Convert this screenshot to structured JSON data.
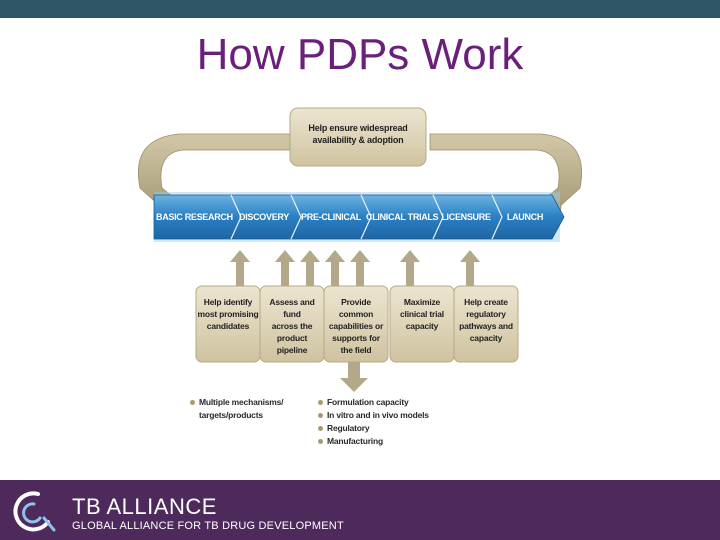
{
  "slide": {
    "title": "How PDPs Work"
  },
  "diagram": {
    "top_box": "Help ensure widespread\navailability & adoption",
    "pipeline": [
      "BASIC RESEARCH",
      "DISCOVERY",
      "PRE-CLINICAL",
      "CLINICAL TRIALS",
      "LICENSURE",
      "LAUNCH"
    ],
    "support_boxes": [
      "Help identify\nmost promising\ncandidates",
      "Assess and fund\nacross the product\npipeline",
      "Provide common\ncapabilities or\nsupports for\nthe field",
      "Maximize\nclinical trial\ncapacity",
      "Help create\nregulatory\npathways and\ncapacity"
    ],
    "left_bullets": [
      "Multiple mechanisms/\ntargets/products"
    ],
    "right_bullets": [
      "Formulation capacity",
      "In vitro and in vivo models",
      "Regulatory",
      "Manufacturing"
    ]
  },
  "footer": {
    "org_name": "TB ALLIANCE",
    "org_subtitle": "GLOBAL ALLIANCE FOR TB DRUG DEVELOPMENT"
  },
  "colors": {
    "title": "#6a1f7a",
    "top_band": "#2f5566",
    "footer": "#4e2a5c",
    "pipeline_blue": "#2a7fc2",
    "tan_box": "#d9cfb2",
    "arrow_tan": "#b3a88a"
  }
}
